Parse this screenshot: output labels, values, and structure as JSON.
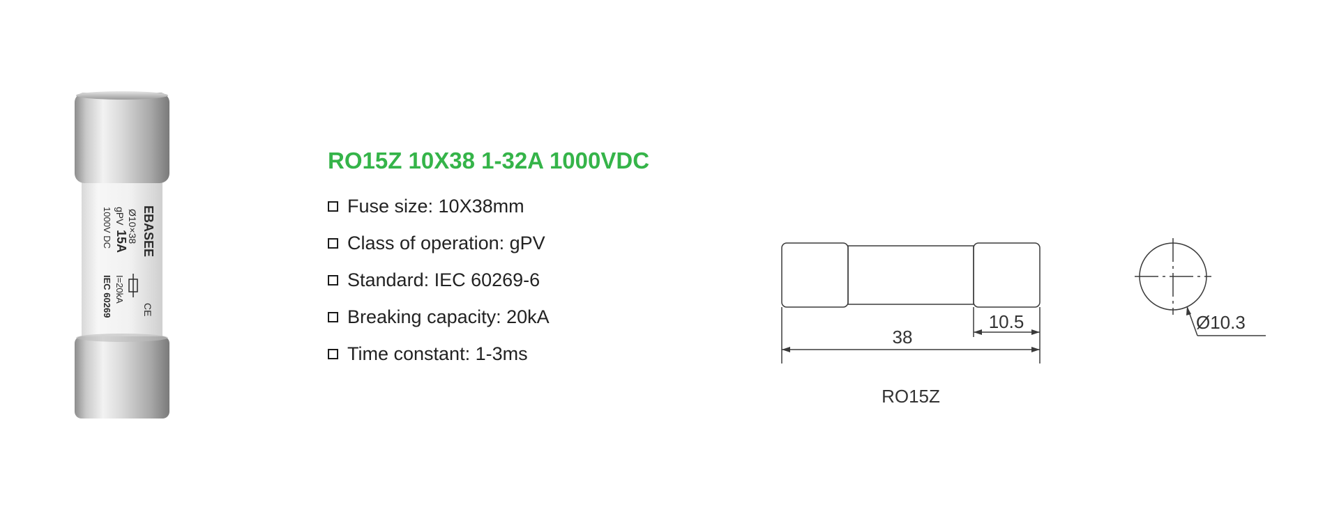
{
  "product": {
    "title": "RO15Z 10X38 1-32A 1000VDC",
    "specs": [
      "Fuse size: 10X38mm",
      "Class of operation: gPV",
      "Standard: IEC 60269-6",
      "Breaking capacity: 20kA",
      "Time constant: 1-3ms"
    ],
    "title_color": "#35b449"
  },
  "fuse_label": {
    "brand": "EBASEE",
    "line1": "Ø10×38",
    "class": "gPV",
    "rating": "15A",
    "voltage": "1000V DC",
    "breaking": "I=20kA",
    "standard": "IEC 60269",
    "ce_mark": "CE"
  },
  "drawing": {
    "length_dim": "38",
    "cap_dim": "10.5",
    "diameter_dim": "Ø10.3",
    "model_caption": "RO15Z"
  }
}
